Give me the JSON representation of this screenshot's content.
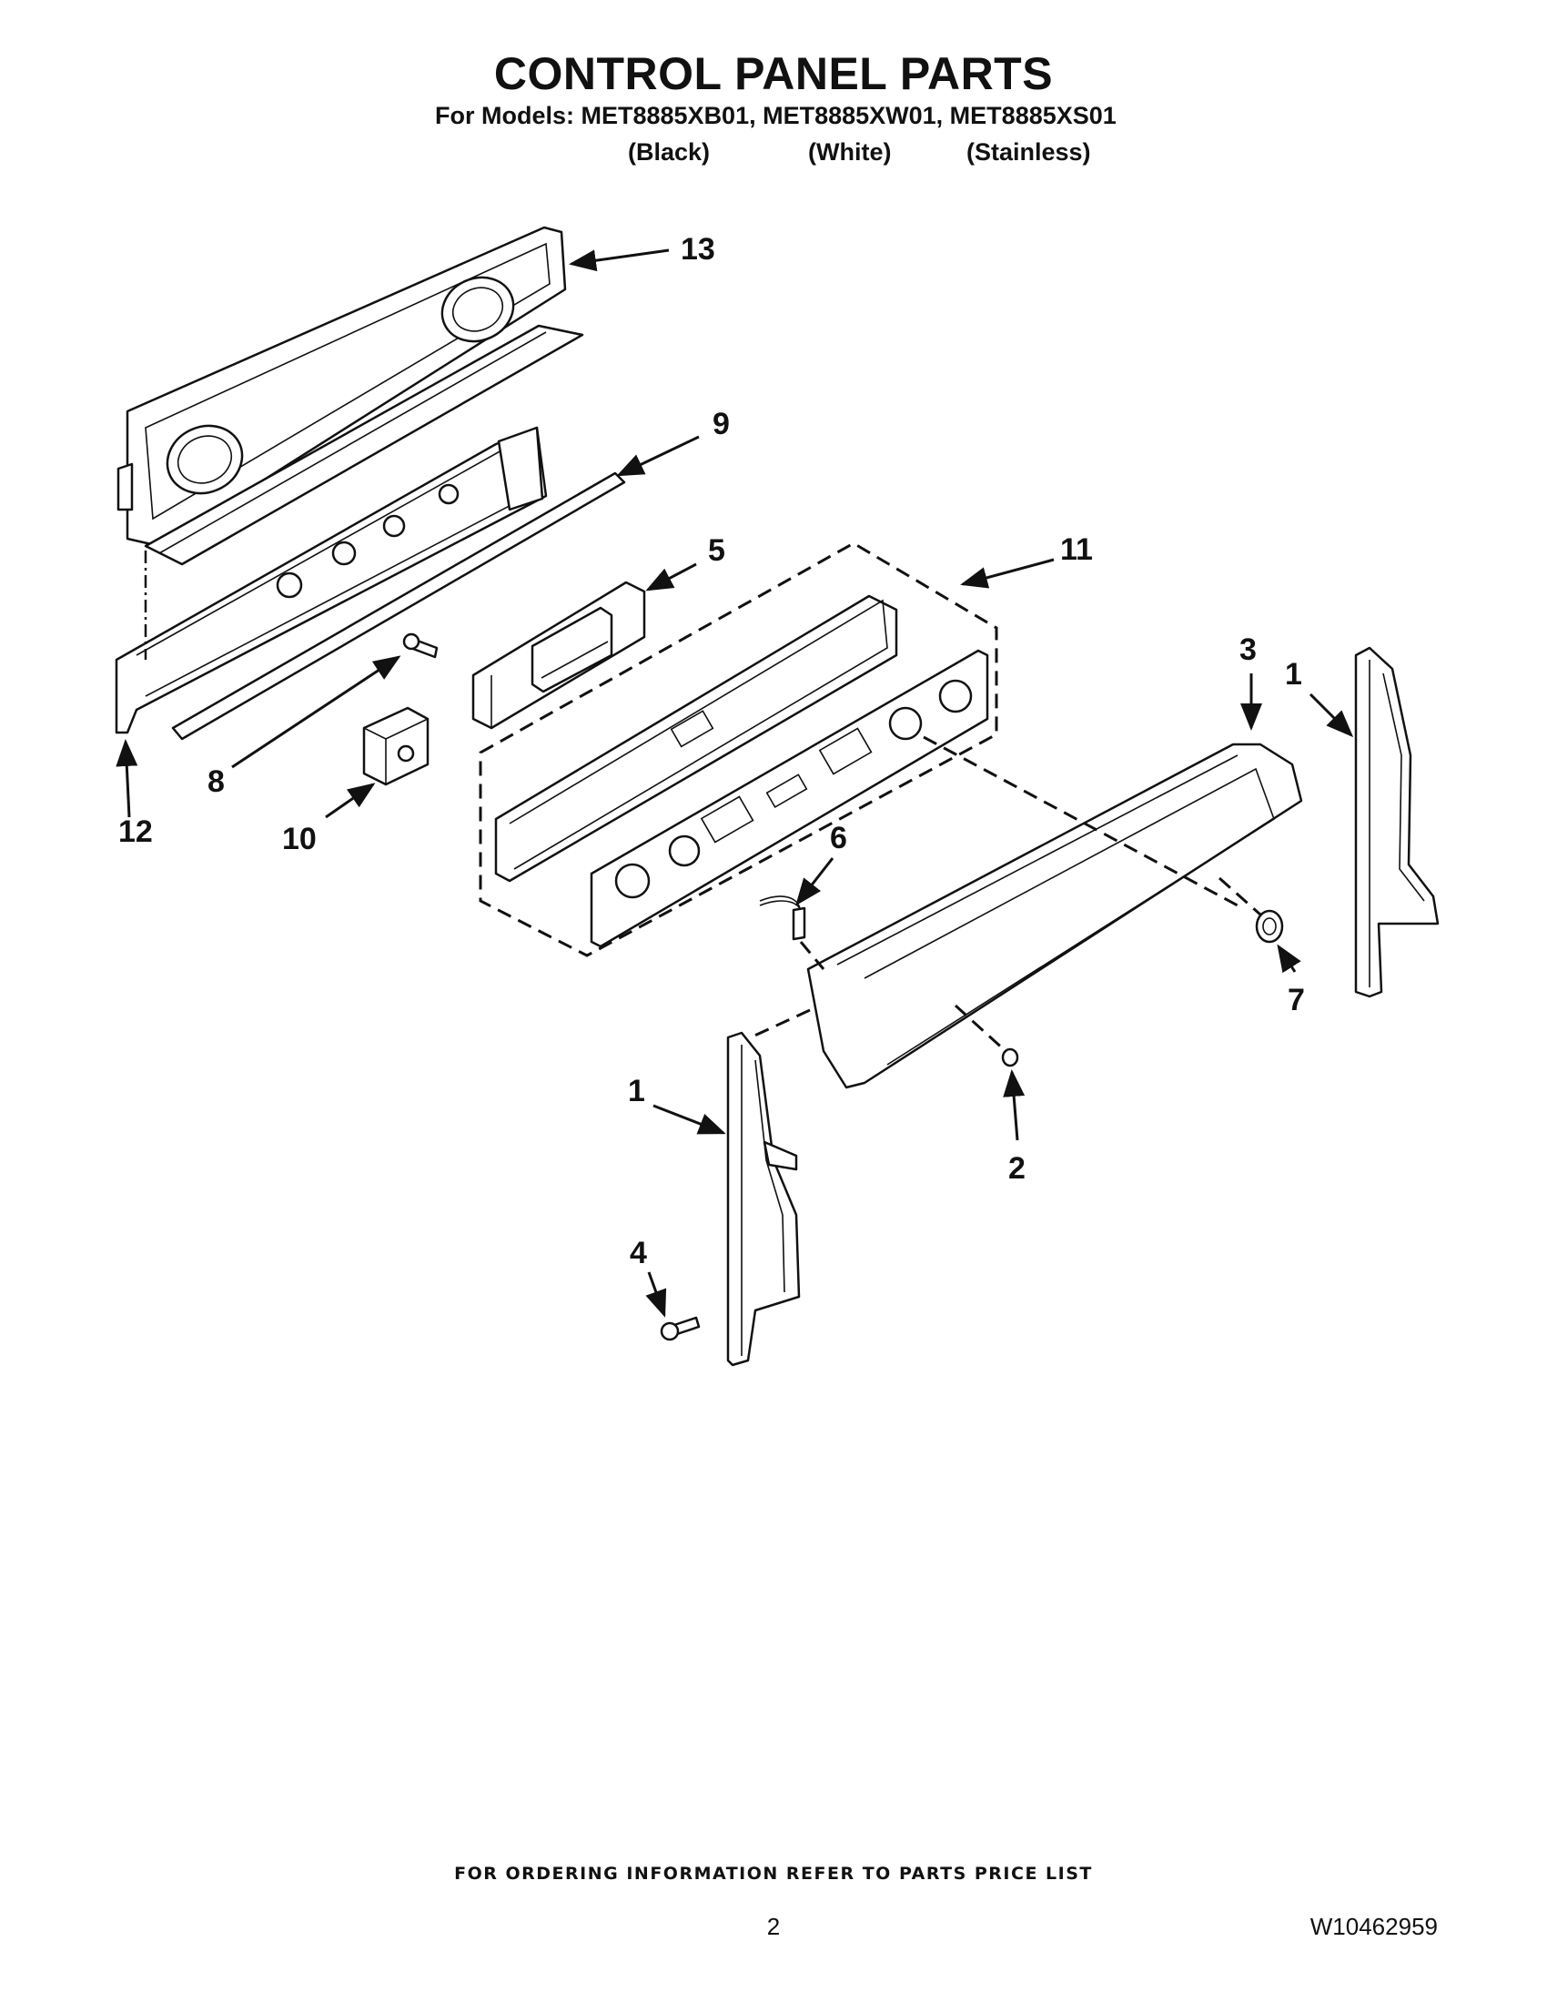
{
  "header": {
    "title": "CONTROL PANEL PARTS",
    "models_line": "For Models: MET8885XB01, MET8885XW01, MET8885XS01",
    "variants": [
      "(Black)",
      "(White)",
      "(Stainless)"
    ]
  },
  "callouts": {
    "c13": "13",
    "c9": "9",
    "c5": "5",
    "c11": "11",
    "c3": "3",
    "c1_right": "1",
    "c8": "8",
    "c12": "12",
    "c10": "10",
    "c6": "6",
    "c7": "7",
    "c1_left": "1",
    "c2": "2",
    "c4": "4"
  },
  "footer": {
    "ordering_note": "FOR ORDERING INFORMATION REFER TO PARTS PRICE LIST",
    "page_number": "2",
    "doc_number": "W10462959"
  }
}
